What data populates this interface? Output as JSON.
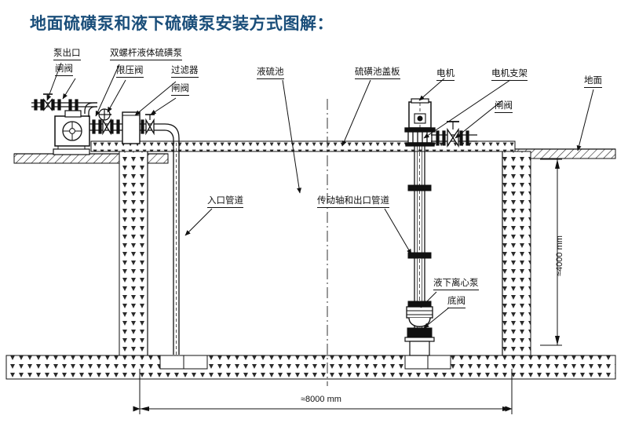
{
  "title": "地面硫磺泵和液下硫磺泵安装方式图解：",
  "colors": {
    "title": "#1a4e7a",
    "line": "#111111",
    "background": "#ffffff",
    "concrete": "#333333"
  },
  "labels": {
    "pump_outlet": "泵出口",
    "gate_valve_1": "闸阀",
    "twin_screw_pump": "双螺杆液体硫磺泵",
    "pressure_limit_valve": "限压阀",
    "filter": "过滤器",
    "gate_valve_2": "闸阀",
    "sulfur_pit": "液硫池",
    "pit_cover_plate": "硫磺池盖板",
    "motor": "电机",
    "motor_bracket": "电机支架",
    "gate_valve_3": "闸阀",
    "ground": "地面",
    "inlet_pipe": "入口管道",
    "drive_shaft_outlet_pipe": "传动轴和出口管道",
    "submerged_centrifugal_pump": "液下离心泵",
    "foot_valve": "底阀"
  },
  "dimensions": {
    "width": "≈8000 mm",
    "depth": "≈4000 mm"
  }
}
